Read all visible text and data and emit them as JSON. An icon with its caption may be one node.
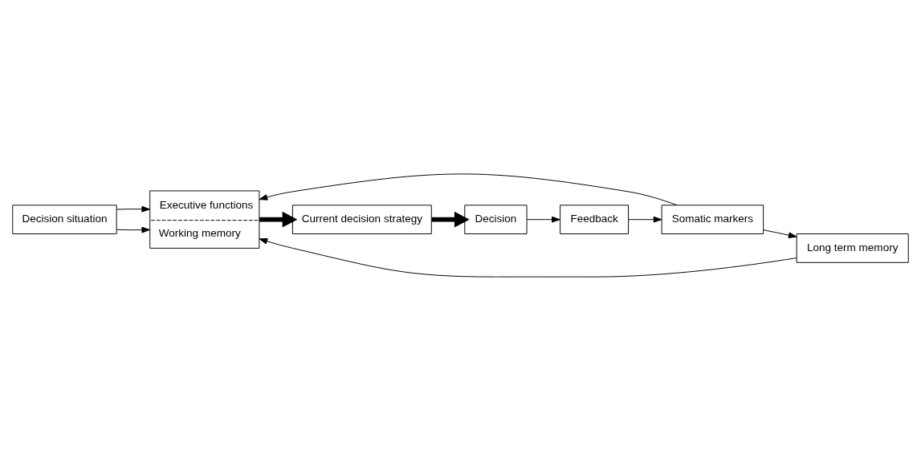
{
  "diagram": {
    "nodes": [
      {
        "text": [
          "Executive functions",
          "Working memory"
        ]
      },
      {
        "text": [
          "Decision situation"
        ]
      },
      {
        "text": [
          "Current decision strategy"
        ]
      },
      {
        "text": [
          "Decision"
        ]
      },
      {
        "text": [
          "Long term memory"
        ]
      },
      {
        "text": [
          "Somatic markers"
        ]
      },
      {
        "text": [
          "Feedback"
        ]
      }
    ],
    "edges": [
      {
        "from": 1,
        "to": 0,
        "arrow": "to"
      },
      {
        "from": 1,
        "to": 0,
        "arrow": "to"
      },
      {
        "from": 4,
        "to": 0,
        "arrow": "to"
      },
      {
        "from": 0,
        "to": 2,
        "arrow": "to",
        "style": "thick"
      },
      {
        "from": 2,
        "to": 3,
        "arrow": "to",
        "style": "thick"
      },
      {
        "from": 3,
        "to": 6,
        "arrow": "to"
      },
      {
        "from": 6,
        "to": 5,
        "arrow": "to"
      },
      {
        "from": 5,
        "to": 0,
        "arrow": "to"
      },
      {
        "from": 5,
        "to": 4,
        "arrow": "to"
      }
    ]
  }
}
